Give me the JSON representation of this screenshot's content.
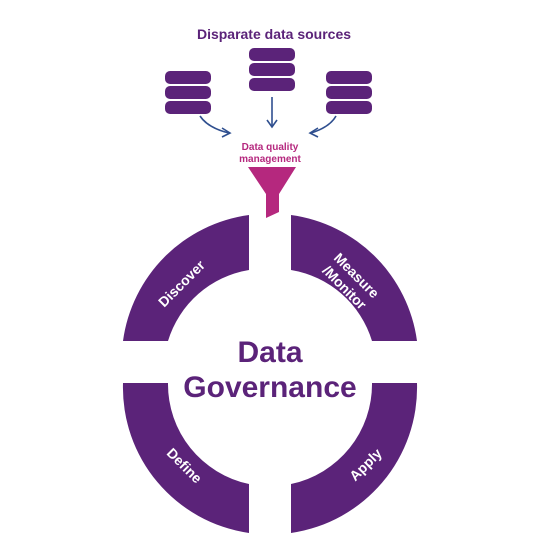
{
  "title": "Disparate data sources",
  "dq_label_line1": "Data quality",
  "dq_label_line2": "management",
  "center_line1": "Data",
  "center_line2": "Governance",
  "segments": {
    "discover": "Discover",
    "measure_line1": "Measure",
    "measure_line2": "/Monitor",
    "define": "Define",
    "apply": "Apply"
  },
  "icons": {
    "database": "database-icon",
    "arrow": "arrow-icon",
    "funnel": "funnel-icon"
  },
  "colors": {
    "primary": "#5b2379",
    "accent": "#b5287e",
    "arrow": "#2f4f8f",
    "ring_text": "#ffffff"
  }
}
